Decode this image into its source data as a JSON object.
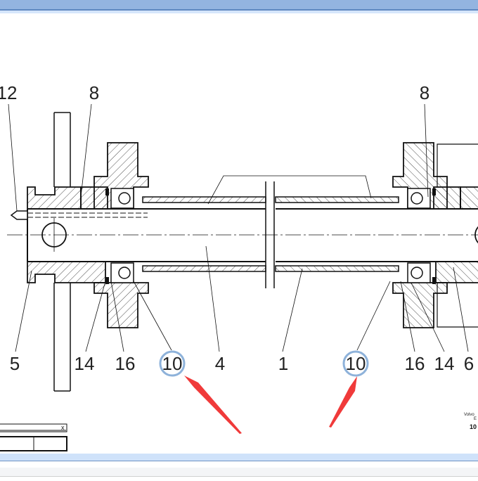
{
  "labels": {
    "top": [
      "12",
      "8",
      "8"
    ],
    "bottom": [
      "5",
      "14",
      "16",
      "10",
      "4",
      "1",
      "10",
      "16",
      "14",
      "6"
    ]
  },
  "title_block": {
    "line1": "Volvo",
    "line2": "E",
    "number": "10"
  },
  "mini_window": {
    "close": "x"
  },
  "colors": {
    "highlight_circle": "#8eb2da",
    "arrow": "#f03a3a",
    "titlebar": "#93b4e0"
  }
}
